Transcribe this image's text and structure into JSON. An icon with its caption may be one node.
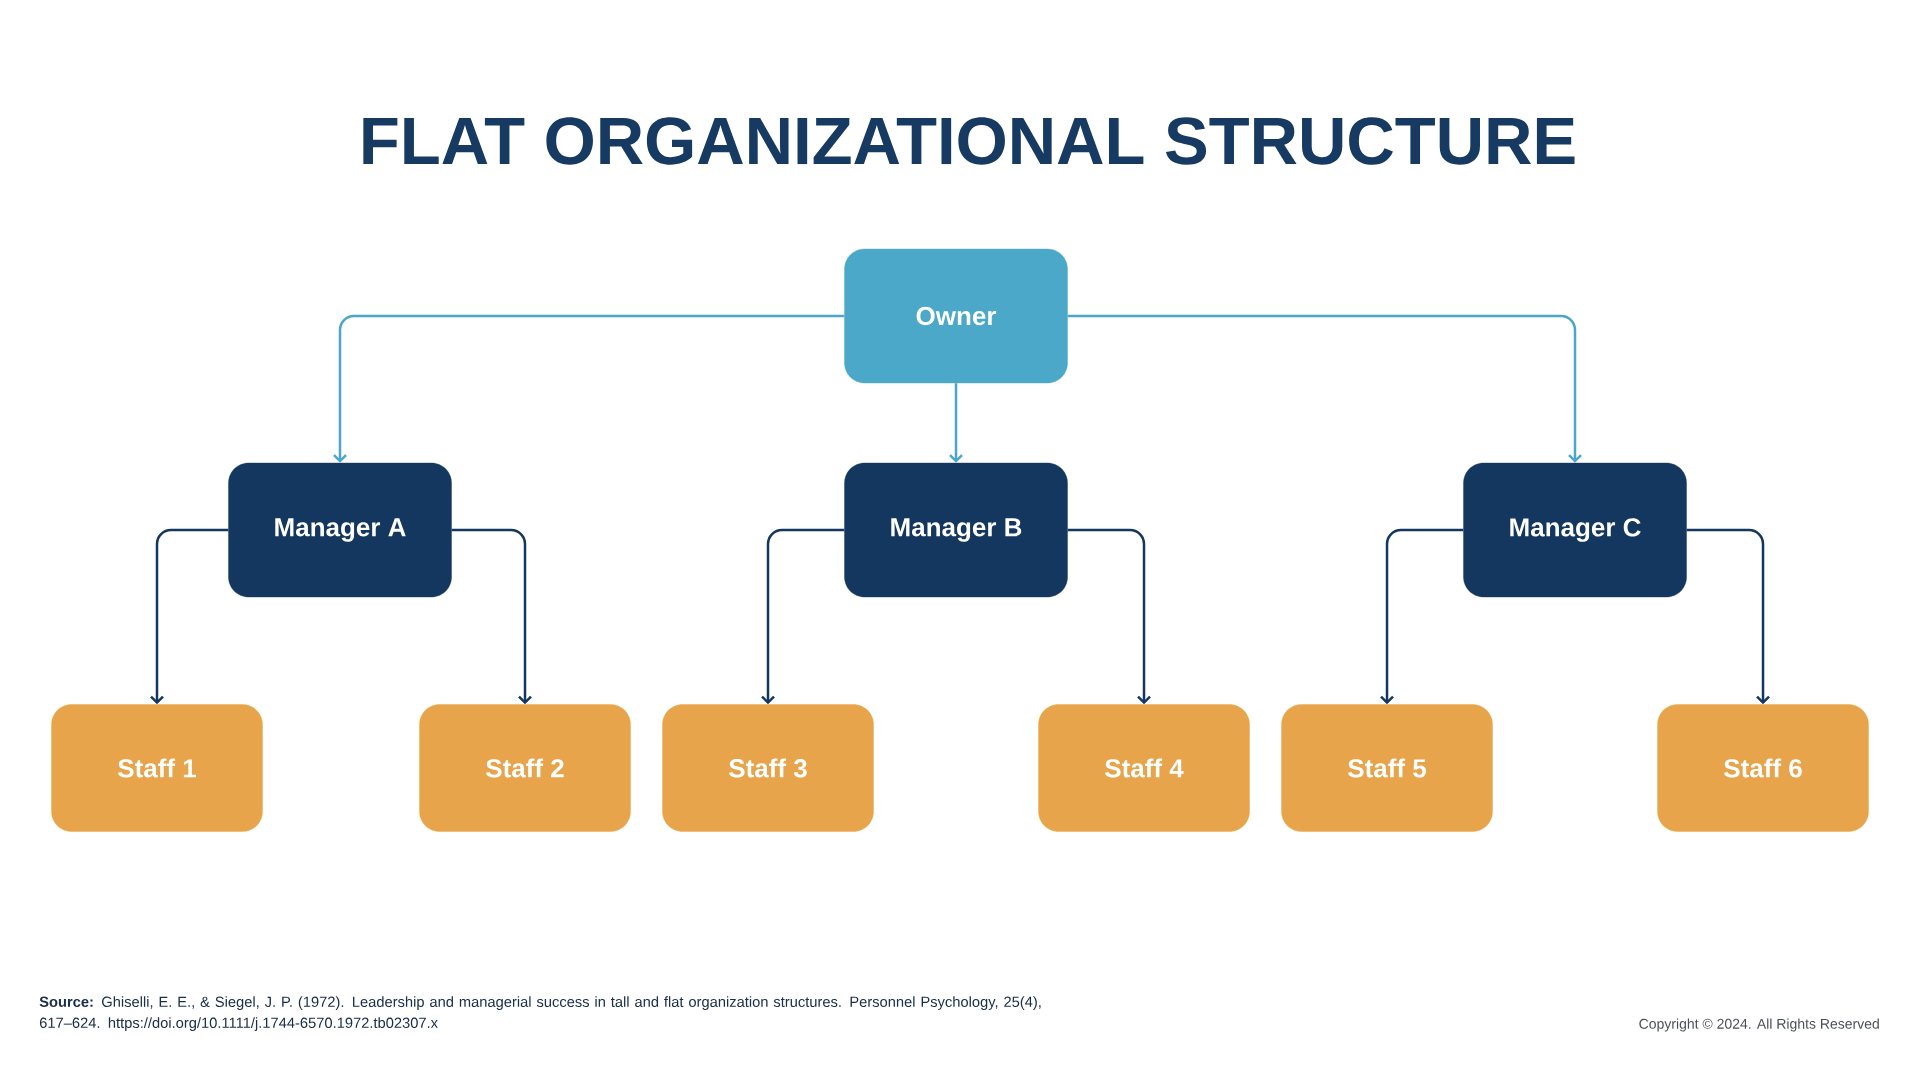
{
  "diagram": {
    "title": "FLAT ORGANIZATIONAL STRUCTURE",
    "nodes": [
      {
        "text": [
          "Owner"
        ]
      },
      {
        "text": [
          "Manager A"
        ]
      },
      {
        "text": [
          "Manager B"
        ]
      },
      {
        "text": [
          "Manager C"
        ]
      },
      {
        "text": [
          "Staff 1"
        ]
      },
      {
        "text": [
          "Staff 2"
        ]
      },
      {
        "text": [
          "Staff 3"
        ]
      },
      {
        "text": [
          "Staff 4"
        ]
      },
      {
        "text": [
          "Staff 5"
        ]
      },
      {
        "text": [
          "Staff 6"
        ]
      }
    ],
    "edges": [
      {
        "from": 0,
        "to": 1,
        "arrow": "to",
        "color": "#4ba6c9"
      },
      {
        "from": 0,
        "to": 2,
        "arrow": "to",
        "color": "#4ba6c9"
      },
      {
        "from": 0,
        "to": 3,
        "arrow": "to",
        "color": "#4ba6c9"
      },
      {
        "from": 1,
        "to": 4,
        "arrow": "to"
      },
      {
        "from": 1,
        "to": 5,
        "arrow": "to"
      },
      {
        "from": 2,
        "to": 6,
        "arrow": "to"
      },
      {
        "from": 2,
        "to": 7,
        "arrow": "to"
      },
      {
        "from": 3,
        "to": 8,
        "arrow": "to"
      },
      {
        "from": 3,
        "to": 9,
        "arrow": "to"
      }
    ],
    "labels": [
      "**Source:** Ghiselli, E. E., & Siegel, J. P. (1972). Leadership and managerial success in tall and flat organization structures. Personnel Psychology, 25(4), 617–624. https://doi.org/10.1111/j.1744-6570.1972.tb02307.x",
      "Copyright © 2024. All Rights Reserved"
    ]
  }
}
